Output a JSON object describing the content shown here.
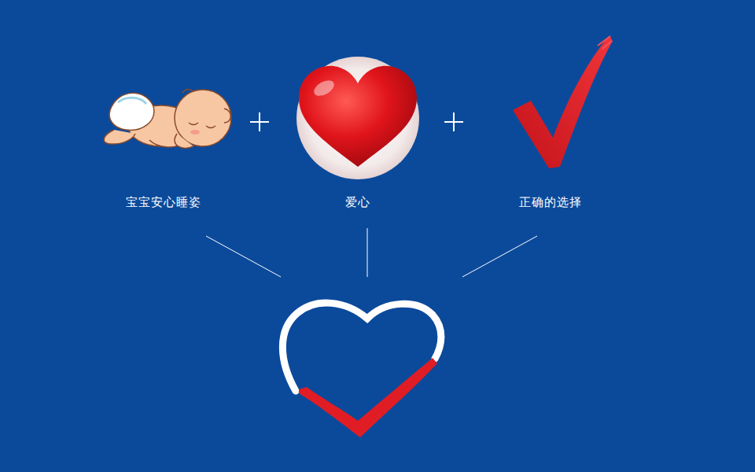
{
  "diagram": {
    "labels": [
      "宝宝安心睡姿",
      "爱心",
      "正确的选择"
    ]
  }
}
